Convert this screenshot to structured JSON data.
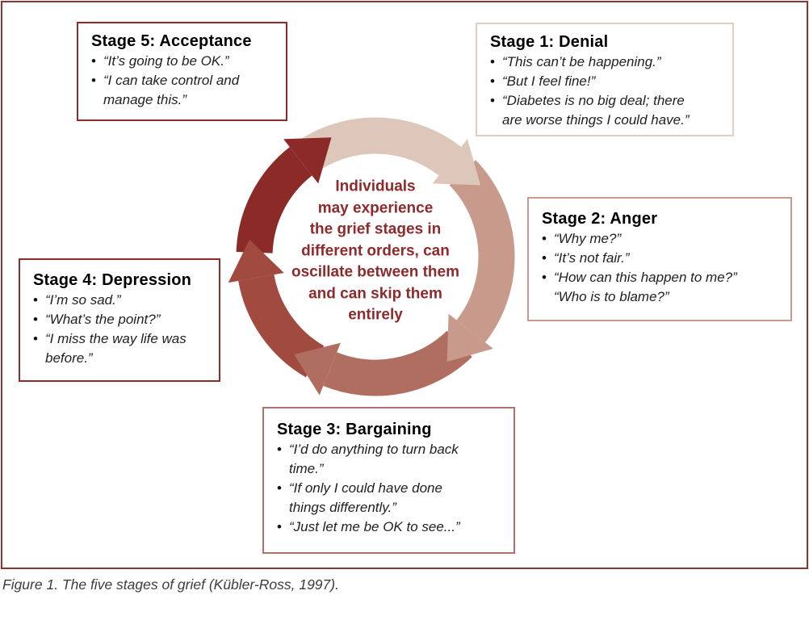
{
  "figure": {
    "caption": "Figure 1. The five stages of grief (Kübler-Ross, 1997).",
    "frame_border_color": "#8e3434"
  },
  "center": {
    "color": "#8e2a2b",
    "lines": [
      "Individuals",
      "may experience",
      "the grief stages in",
      "different orders, can",
      "oscillate between them",
      "and can skip them",
      "entirely"
    ]
  },
  "ring": {
    "direction": "clockwise",
    "segments": [
      {
        "name": "denial",
        "color": "#ddc6ba"
      },
      {
        "name": "anger",
        "color": "#c89a8c"
      },
      {
        "name": "bargaining",
        "color": "#b06e60"
      },
      {
        "name": "depression",
        "color": "#a04a40"
      },
      {
        "name": "acceptance",
        "color": "#8c2a28"
      }
    ]
  },
  "stages": [
    {
      "title": "Stage 1: Denial",
      "border_color": "#e4ccc1",
      "quotes": [
        {
          "lines": [
            "“This can’t be happening.”"
          ]
        },
        {
          "lines": [
            "“But I feel fine!”"
          ]
        },
        {
          "lines": [
            "“Diabetes is no big deal; there",
            "are worse things I could have.”"
          ]
        }
      ]
    },
    {
      "title": "Stage 2: Anger",
      "border_color": "#ca9a8c",
      "quotes": [
        {
          "lines": [
            "“Why me?”"
          ]
        },
        {
          "lines": [
            "“It’s not fair.”"
          ]
        },
        {
          "lines": [
            "“How can this happen to me?”",
            "“Who is to blame?”"
          ]
        }
      ]
    },
    {
      "title": "Stage 3: Bargaining",
      "border_color": "#b0726a",
      "quotes": [
        {
          "lines": [
            "“I’d do anything to turn back",
            "time.”"
          ]
        },
        {
          "lines": [
            "“If only I could have done",
            "things differently.”"
          ]
        },
        {
          "lines": [
            "“Just let me be OK to see...”"
          ]
        }
      ]
    },
    {
      "title": "Stage 4: Depression",
      "border_color": "#8e2a2b",
      "quotes": [
        {
          "lines": [
            "“I’m so sad.”"
          ]
        },
        {
          "lines": [
            "“What’s the point?”"
          ]
        },
        {
          "lines": [
            "“I miss the way life was",
            "before.”"
          ]
        }
      ]
    },
    {
      "title": "Stage 5: Acceptance",
      "border_color": "#8e2a2b",
      "quotes": [
        {
          "lines": [
            "“It’s going to be OK.”"
          ]
        },
        {
          "lines": [
            "“I can take control and",
            "manage this.”"
          ]
        }
      ]
    }
  ]
}
